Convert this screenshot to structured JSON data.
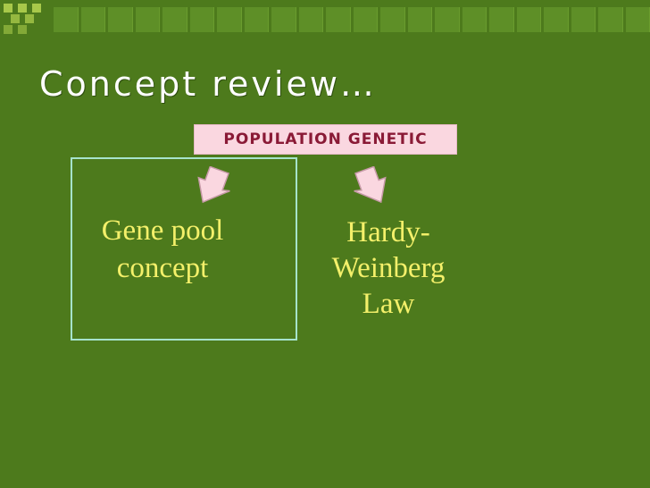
{
  "title": "Concept review…",
  "banner": "Population genetic",
  "left_concept": [
    "Gene pool",
    "concept"
  ],
  "right_concept": [
    "Hardy-",
    "Weinberg",
    "Law"
  ],
  "colors": {
    "background": "#4d7a1c",
    "banner_fill": "#fad7e0",
    "banner_text": "#8a1a36",
    "label_text": "#f4f06a",
    "box_border": "#a6e3cc"
  }
}
